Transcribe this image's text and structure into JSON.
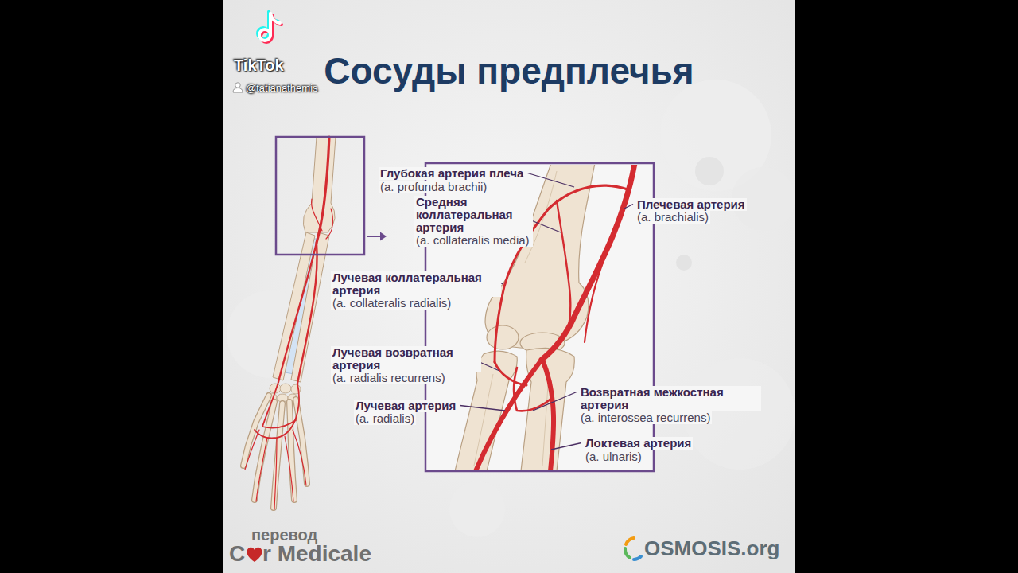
{
  "diagram": {
    "title": "Сосуды предплечья",
    "labels": [
      "TikTok",
      "@tatianathemis",
      "Глубокая артерия плеча",
      "(a. profunda brachii)",
      "Средняя коллатеральная артерия",
      "(a. collateralis media)",
      "Плечевая артерия",
      "(a. brachialis)",
      "Лучевая коллатеральная артерия",
      "(a. collateralis radialis)",
      "Лучевая возвратная артерия",
      "(a. radialis recurrens)",
      "Лучевая артерия",
      "(a. radialis)",
      "Возвратная межкостная артерия",
      "(a. interossea recurrens)",
      "Локтевая артерия",
      "(a. ulnaris)",
      "перевод",
      "C",
      "r Medicale",
      "OSMOSIS.org"
    ]
  }
}
